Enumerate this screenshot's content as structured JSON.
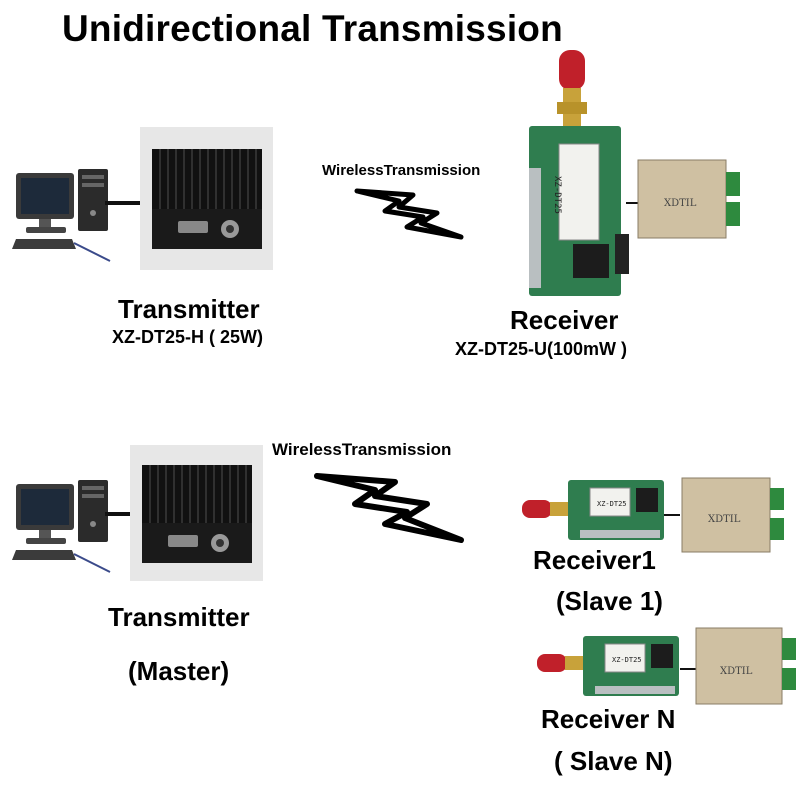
{
  "title": "Unidirectional Transmission",
  "top": {
    "link_label": "WirelessTransmission",
    "transmitter": {
      "name": "Transmitter",
      "model": "XZ-DT25-H ( 25W)"
    },
    "receiver": {
      "name": "Receiver",
      "model": "XZ-DT25-U(100mW )",
      "board_text": "XZ-DT25"
    }
  },
  "bottom": {
    "link_label": "WirelessTransmission",
    "transmitter": {
      "name": "Transmitter",
      "role": "(Master)"
    },
    "receiver1": {
      "name": "Receiver1",
      "role": "(Slave 1)",
      "board_text": "XZ-DT25"
    },
    "receiverN": {
      "name": "Receiver N",
      "role": "( Slave N)",
      "board_text": "XZ-DT25"
    }
  },
  "device_text": "XDTIL",
  "colors": {
    "heatsink": "#1a1a1a",
    "pcb": "#2f7d4f",
    "antenna": "#c0202a",
    "module": "#d6c7aa"
  }
}
